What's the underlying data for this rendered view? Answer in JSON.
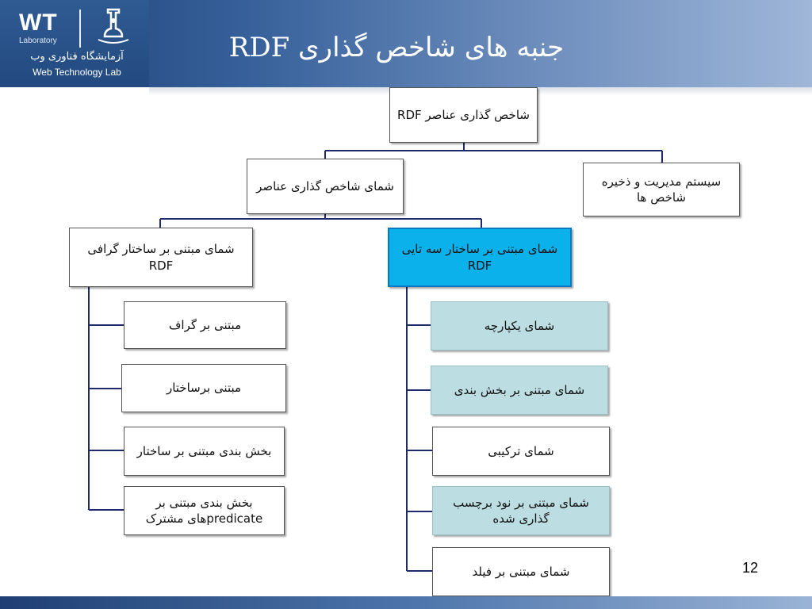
{
  "header": {
    "logo_wt": "WT",
    "logo_lab": "Laboratory",
    "logo_fa": "آزمایشگاه فناوری وب",
    "logo_en": "Web Technology Lab"
  },
  "title": "جنبه های شاخص گذاری RDF",
  "page_number": "12",
  "nodes": {
    "root": "شاخص گذاری عناصر RDF",
    "schema": "شمای شاخص گذاری عناصر",
    "storage": "سیستم مدیریت و ذخیره شاخص ها",
    "graph_schema": "شمای مبتنی بر ساختار گرافی RDF",
    "triple_schema": "شمای مبتنی بر ساختار سه تایی RDF",
    "g1": "مبتنی بر گراف",
    "g2": "مبتنی برساختار",
    "g3": "بخش بندی مبتنی بر ساختار",
    "g4": "بخش بندی مبتنی بر predicateهای مشترک",
    "t1": "شمای یکپارچه",
    "t2": "شمای مبتنی بر بخش بندی",
    "t3": "شمای ترکیبی",
    "t4": "شمای مبتنی بر نود برچسب گذاری شده",
    "t5": "شمای مبتنی بر فیلد"
  },
  "colors": {
    "connector": "#1f2a6b",
    "selected": "#0ab1ea",
    "teal": "#bcdde2"
  }
}
